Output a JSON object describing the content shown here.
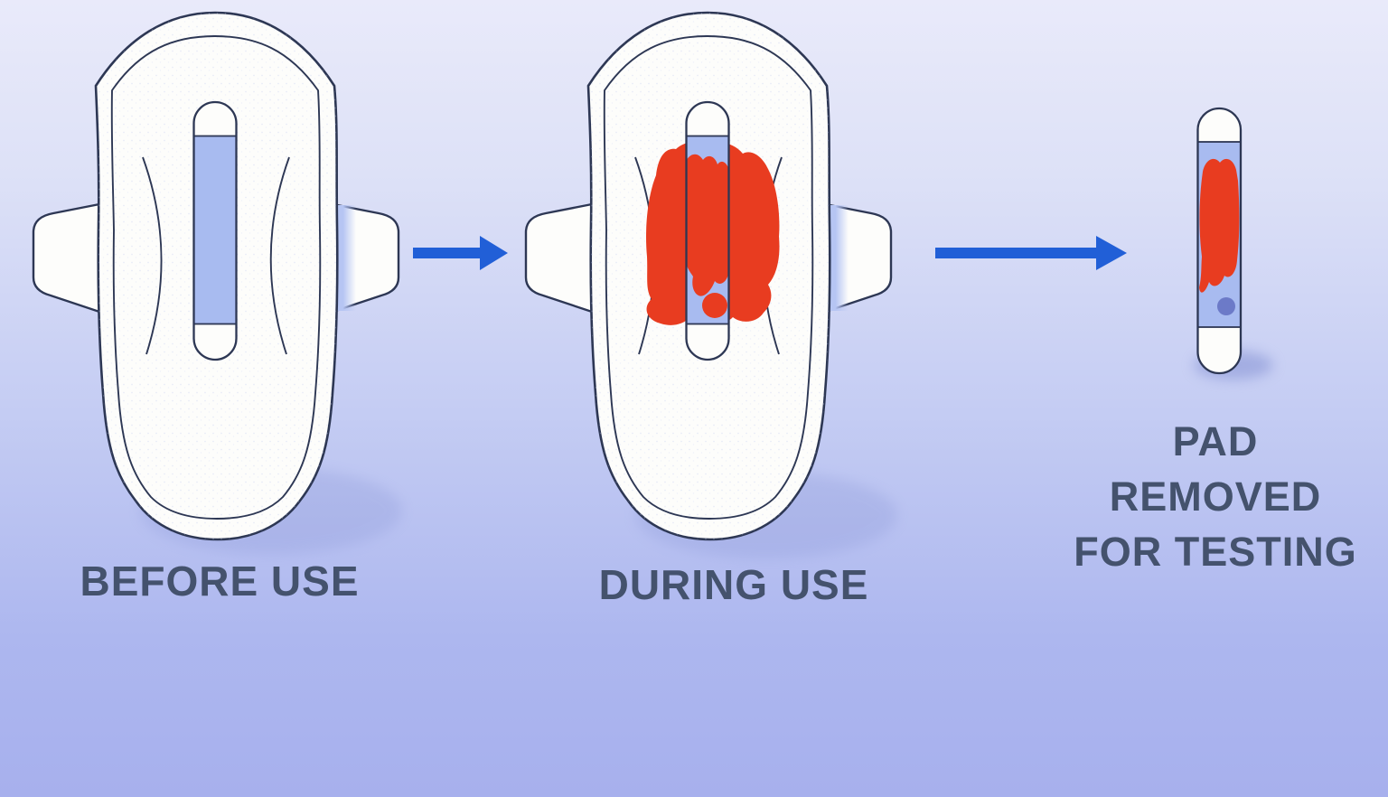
{
  "figure": {
    "stages": [
      {
        "id": "before-use",
        "label": "BEFORE USE"
      },
      {
        "id": "during-use",
        "label": "DURING USE"
      },
      {
        "id": "pad-removed",
        "label": "PAD REMOVED FOR TESTING",
        "label_lines": [
          "PAD",
          "REMOVED",
          "FOR TESTING"
        ]
      }
    ],
    "arrows": [
      {
        "name": "arrow-right-icon",
        "from": "before-use",
        "to": "during-use",
        "glyph": "→"
      },
      {
        "name": "arrow-right-icon",
        "from": "during-use",
        "to": "pad-removed",
        "glyph": "→"
      }
    ]
  },
  "colors": {
    "background_top": "#e9eafa",
    "background_bottom": "#a7b0ed",
    "outline_navy": "#2d3754",
    "pad_white": "#fdfdfb",
    "strip_blue": "#a8bbf0",
    "wing_band_blue": "#b6c5f3",
    "stain_red": "#e83c20",
    "indicator_dot_purple": "#6c7ac8",
    "arrow_blue": "#215fd7",
    "label_text": "#44526d",
    "shadow_blue": "#7e8bd0"
  }
}
